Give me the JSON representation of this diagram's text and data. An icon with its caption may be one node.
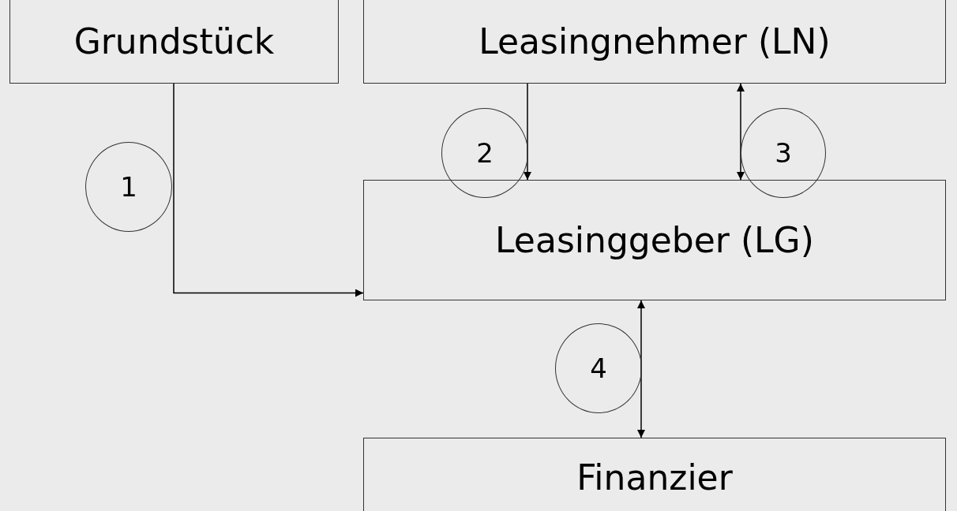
{
  "diagram": {
    "nodes": [
      {
        "text": [
          "Grundstück"
        ]
      },
      {
        "text": [
          "Leasingnehmer (LN)"
        ]
      },
      {
        "text": [
          "1"
        ]
      },
      {
        "text": [
          "2"
        ]
      },
      {
        "text": [
          "3"
        ]
      },
      {
        "text": [
          "Leasinggeber (LG)"
        ]
      },
      {
        "text": [
          "4"
        ]
      },
      {
        "text": [
          "Finanzier"
        ]
      }
    ],
    "edges": [
      {
        "from": 0,
        "to": 5,
        "arrow": "to"
      },
      {
        "from": 1,
        "to": 5,
        "arrow": "to"
      },
      {
        "from": 1,
        "to": 5,
        "arrow": "both"
      },
      {
        "from": 5,
        "to": 7,
        "arrow": "both"
      }
    ]
  }
}
